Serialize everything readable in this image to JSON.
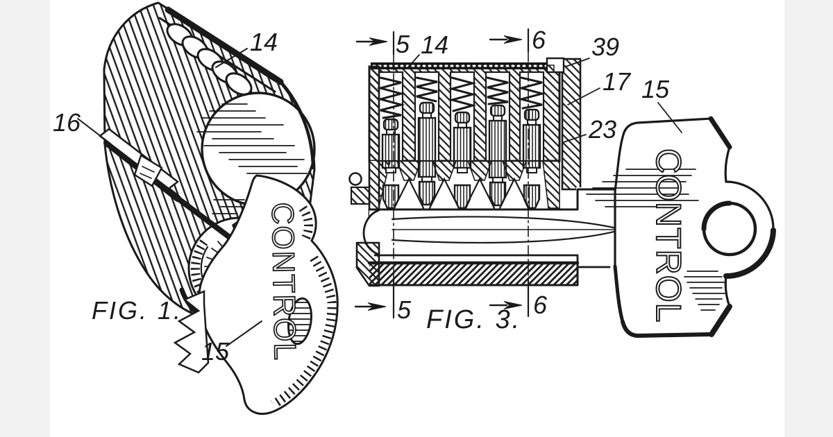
{
  "colors": {
    "ink": "#1a1a1a",
    "paper": "#ffffff",
    "side_band": "#f2f2f3"
  },
  "fig1": {
    "caption": "FIG. 1.",
    "key_text": "CONTROL",
    "refs": {
      "r14": "14",
      "r16": "16",
      "r15": "15"
    }
  },
  "fig3": {
    "caption": "FIG. 3.",
    "key_text": "CONTROL",
    "refs": {
      "r5_top": "5",
      "r14": "14",
      "r6_top": "6",
      "r39": "39",
      "r17": "17",
      "r23": "23",
      "r15": "15",
      "r5_bottom": "5",
      "r6_bottom": "6"
    }
  }
}
